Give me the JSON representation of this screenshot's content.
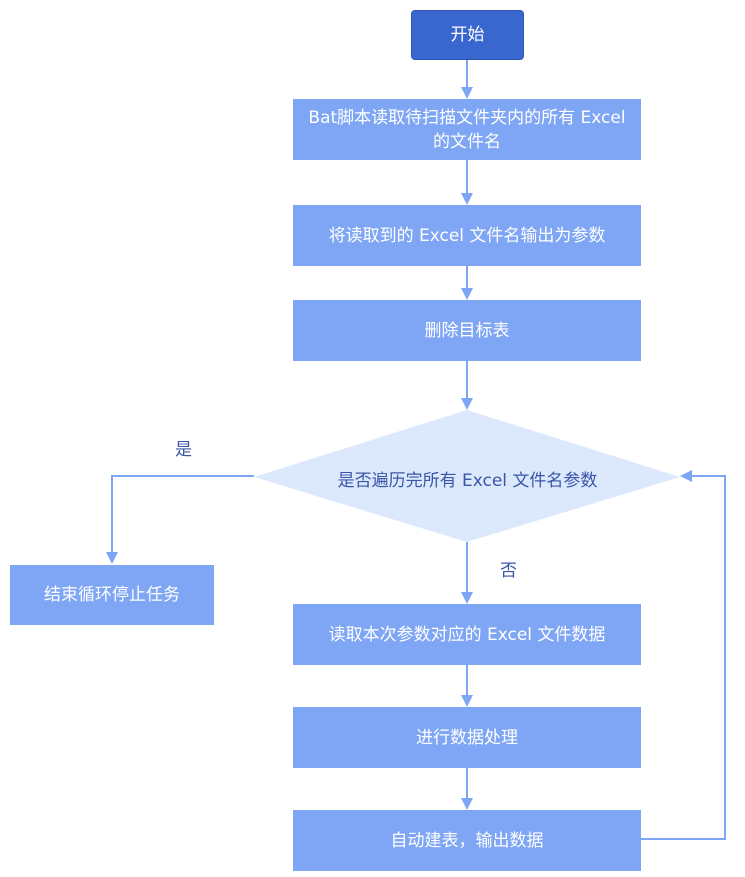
{
  "flowchart": {
    "nodes": {
      "start": "开始",
      "read_files": "Bat脚本读取待扫描文件夹内的所有 Excel 的文件名",
      "output_params": "将读取到的 Excel 文件名输出为参数",
      "delete_table": "删除目标表",
      "decision": "是否遍历完所有 Excel 文件名参数",
      "end_loop": "结束循环停止任务",
      "read_data": "读取本次参数对应的 Excel 文件数据",
      "process_data": "进行数据处理",
      "create_table": "自动建表，输出数据"
    },
    "edge_labels": {
      "yes": "是",
      "no": "否"
    },
    "colors": {
      "start_fill": "#3a66d0",
      "process_fill": "#7ea6f4",
      "decision_fill": "#dce8fb",
      "arrow": "#7ea6f4",
      "label_text": "#3a56a8"
    }
  }
}
